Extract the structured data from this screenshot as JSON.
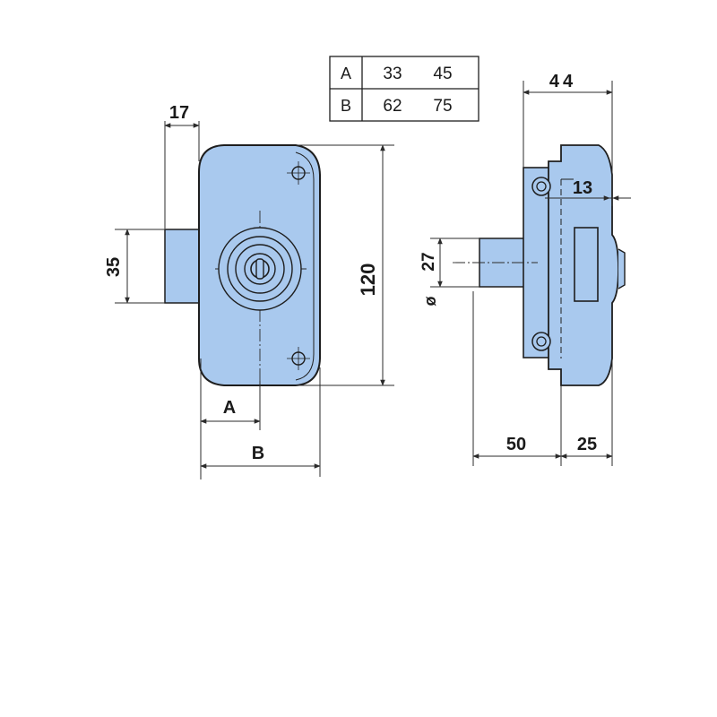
{
  "size_table": {
    "rows": [
      {
        "label": "A",
        "values": [
          "33",
          "45"
        ]
      },
      {
        "label": "B",
        "values": [
          "62",
          "75"
        ]
      }
    ]
  },
  "front_view": {
    "dim_top": "17",
    "dim_left": "35",
    "dim_right": "120",
    "dim_a": "A",
    "dim_b": "B"
  },
  "side_view": {
    "dim_top": "44",
    "dim_inner": "13",
    "dim_bolt": "27",
    "dim_bolt_prefix": "ø",
    "dim_bottom_left": "50",
    "dim_bottom_right": "25"
  },
  "colors": {
    "body_fill": "#a9c9ee",
    "outline": "#1e1e1e",
    "dim_line": "#2b2b2b",
    "background": "#ffffff"
  }
}
